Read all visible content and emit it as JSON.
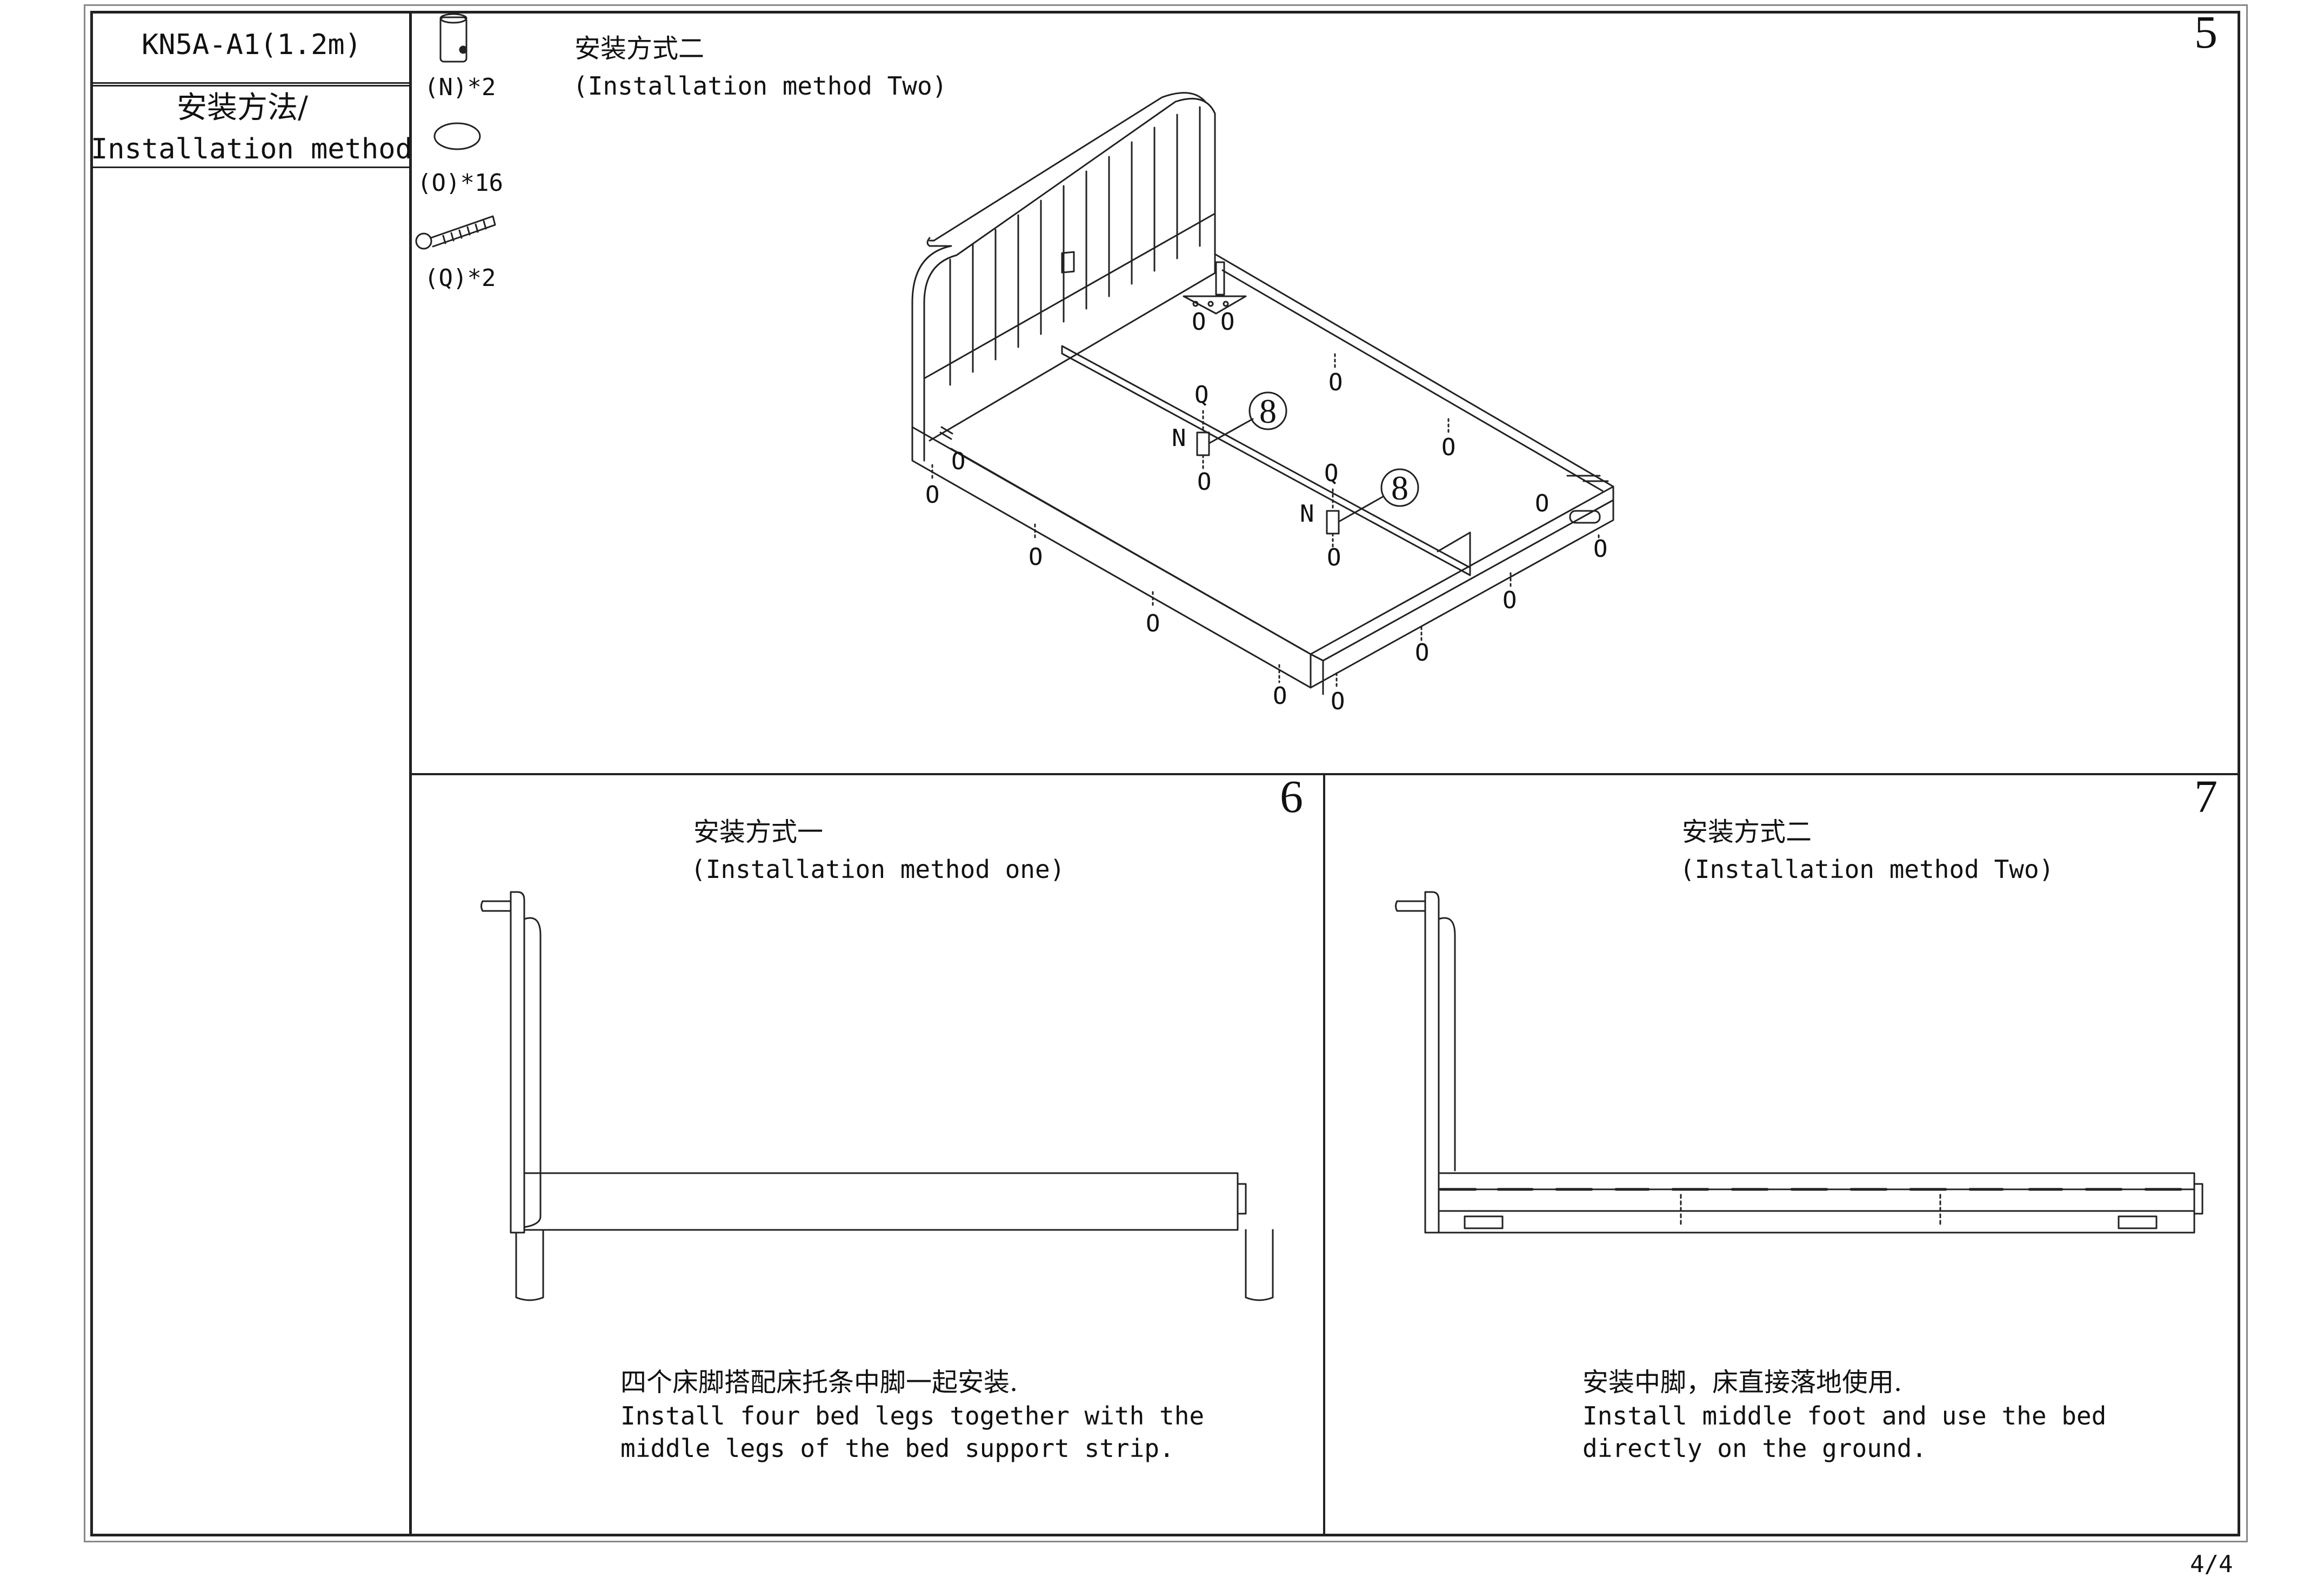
{
  "header": {
    "model": "KN5A-A1(1.2m)",
    "section_cn": "安装方法/",
    "section_en": "Installation method"
  },
  "parts": [
    {
      "label": "(N)*2",
      "icon": "cam-lock-nut-icon"
    },
    {
      "label": "(O)*16",
      "icon": "felt-pad-icon"
    },
    {
      "label": "(Q)*2",
      "icon": "bolt-icon"
    }
  ],
  "step5": {
    "number": "5",
    "title_cn": "安装方式二",
    "title_en": "(Installation method Two)",
    "callouts": {
      "circle_a": "8",
      "circle_b": "8",
      "q1": "Q",
      "n1": "N",
      "q2": "Q",
      "n2": "N",
      "o_label": "O"
    }
  },
  "step6": {
    "number": "6",
    "title_cn": "安装方式一",
    "title_en": "(Installation method one)",
    "caption_cn": "四个床脚搭配床托条中脚一起安装.",
    "caption_en_1": "Install four bed legs together with the",
    "caption_en_2": "middle legs of the bed support strip."
  },
  "step7": {
    "number": "7",
    "title_cn": "安装方式二",
    "title_en": "(Installation method Two)",
    "caption_cn": "安装中脚，床直接落地使用.",
    "caption_en_1": "Install middle foot  and use the bed",
    "caption_en_2": "directly on the ground."
  },
  "footer": {
    "page": "4/4"
  }
}
